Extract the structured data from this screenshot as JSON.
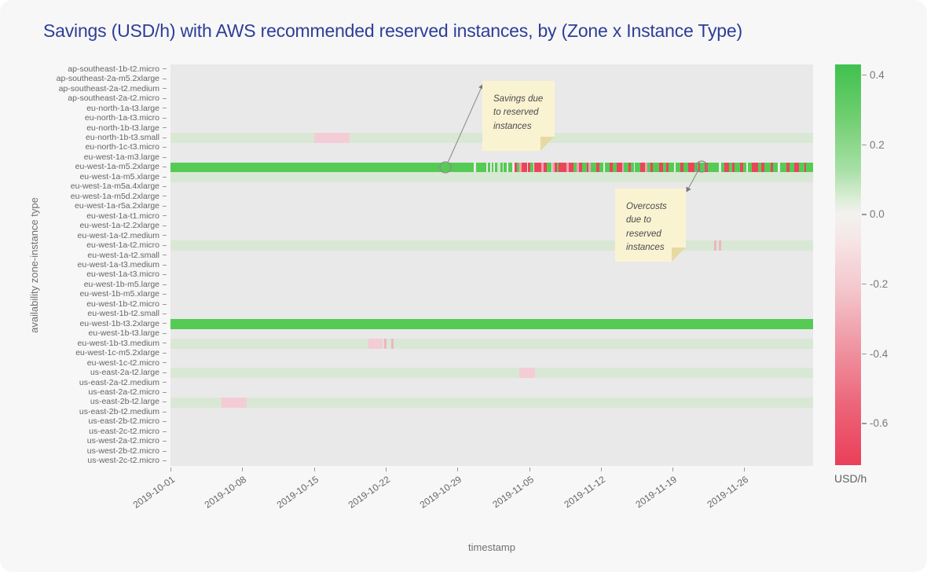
{
  "chart_data": {
    "type": "heatmap",
    "title": "Savings (USD/h) with AWS recommended reserved instances, by (Zone x Instance Type)",
    "xlabel": "timestamp",
    "ylabel": "availability zone-instance type",
    "x_ticks": [
      "2019-10-01",
      "2019-10-08",
      "2019-10-15",
      "2019-10-22",
      "2019-10-29",
      "2019-11-05",
      "2019-11-12",
      "2019-11-19",
      "2019-11-26"
    ],
    "x_range": [
      "2019-10-01",
      "2019-12-02"
    ],
    "grid": false,
    "colorbar": {
      "label": "USD/h",
      "ticks": [
        "0.4",
        "0.2",
        "0.0",
        "-0.2",
        "-0.4",
        "-0.6"
      ],
      "tick_values": [
        0.4,
        0.2,
        0.0,
        -0.2,
        -0.4,
        -0.6
      ],
      "vmax": 0.43,
      "vmin": -0.72,
      "positive_color": "#3fc14e",
      "zero_color": "#f2f2ef",
      "negative_color": "#ea3f58"
    },
    "value_legend": {
      "bright_green_usd_h": 0.42,
      "light_green_usd_h": 0.05,
      "pink_usd_h": -0.12,
      "red_usd_h": -0.6,
      "gray": "no data / 0"
    },
    "stripe_colors": {
      "g": "#55cb55",
      "r": "#e9465a",
      "p": "#f0a0b0",
      "lg": "#cde5c8",
      "w": "#e9ebe8"
    },
    "stripe_pattern": [
      [
        "w",
        2
      ],
      [
        "g",
        9
      ],
      [
        "w",
        2
      ],
      [
        "g",
        2
      ],
      [
        "w",
        1
      ],
      [
        "g",
        2
      ],
      [
        "w",
        1
      ],
      [
        "g",
        2
      ],
      [
        "lg",
        3
      ],
      [
        "g",
        2
      ],
      [
        "w",
        1
      ],
      [
        "g",
        3
      ],
      [
        "w",
        1
      ],
      [
        "g",
        4
      ],
      [
        "w",
        2
      ],
      [
        "r",
        2
      ],
      [
        "g",
        2
      ],
      [
        "p",
        2
      ],
      [
        "r",
        5
      ],
      [
        "w",
        1
      ],
      [
        "r",
        2
      ],
      [
        "g",
        3
      ],
      [
        "w",
        1
      ],
      [
        "r",
        6
      ],
      [
        "p",
        2
      ],
      [
        "r",
        3
      ],
      [
        "g",
        4
      ],
      [
        "w",
        1
      ],
      [
        "p",
        2
      ],
      [
        "r",
        2
      ],
      [
        "g",
        2
      ],
      [
        "r",
        7
      ],
      [
        "p",
        2
      ],
      [
        "r",
        4
      ],
      [
        "g",
        3
      ],
      [
        "p",
        2
      ],
      [
        "r",
        3
      ],
      [
        "g",
        4
      ],
      [
        "r",
        2
      ],
      [
        "p",
        2
      ],
      [
        "g",
        5
      ],
      [
        "r",
        3
      ],
      [
        "g",
        3
      ],
      [
        "w",
        2
      ],
      [
        "g",
        4
      ],
      [
        "r",
        3
      ],
      [
        "g",
        3
      ],
      [
        "r",
        5
      ],
      [
        "p",
        2
      ],
      [
        "g",
        4
      ],
      [
        "r",
        2
      ],
      [
        "g",
        3
      ],
      [
        "w",
        1
      ],
      [
        "g",
        5
      ],
      [
        "r",
        4
      ],
      [
        "p",
        2
      ],
      [
        "g",
        3
      ],
      [
        "r",
        2
      ],
      [
        "g",
        6
      ],
      [
        "r",
        3
      ],
      [
        "g",
        3
      ],
      [
        "r",
        2
      ],
      [
        "g",
        5
      ],
      [
        "w",
        2
      ],
      [
        "g",
        4
      ],
      [
        "r",
        3
      ],
      [
        "g",
        4
      ],
      [
        "r",
        6
      ],
      [
        "g",
        3
      ],
      [
        "r",
        2
      ],
      [
        "g",
        4
      ],
      [
        "r",
        3
      ],
      [
        "g",
        10
      ],
      [
        "w",
        2
      ],
      [
        "g",
        3
      ],
      [
        "r",
        4
      ],
      [
        "g",
        3
      ],
      [
        "r",
        2
      ],
      [
        "g",
        5
      ],
      [
        "r",
        3
      ],
      [
        "g",
        3
      ],
      [
        "w",
        1
      ],
      [
        "g",
        4
      ],
      [
        "r",
        5
      ],
      [
        "g",
        3
      ],
      [
        "r",
        3
      ],
      [
        "g",
        6
      ],
      [
        "r",
        2
      ],
      [
        "g",
        4
      ],
      [
        "w",
        2
      ],
      [
        "g",
        6
      ],
      [
        "r",
        3
      ],
      [
        "g",
        4
      ],
      [
        "r",
        4
      ],
      [
        "g",
        5
      ],
      [
        "r",
        2
      ],
      [
        "g",
        6
      ]
    ],
    "rows": [
      {
        "label": "ap-southeast-1b-t2.micro",
        "base": "gray"
      },
      {
        "label": "ap-southeast-2a-m5.2xlarge",
        "base": "gray"
      },
      {
        "label": "ap-southeast-2a-t2.medium",
        "base": "gray"
      },
      {
        "label": "ap-southeast-2a-t2.micro",
        "base": "gray"
      },
      {
        "label": "eu-north-1a-t3.large",
        "base": "gray"
      },
      {
        "label": "eu-north-1a-t3.micro",
        "base": "gray"
      },
      {
        "label": "eu-north-1b-t3.large",
        "base": "gray"
      },
      {
        "label": "eu-north-1b-t3.small",
        "base": "light",
        "segments": [
          {
            "color": "#f3ccd6",
            "start": 22.4,
            "end": 27.9
          }
        ]
      },
      {
        "label": "eu-north-1c-t3.micro",
        "base": "gray"
      },
      {
        "label": "eu-west-1a-m3.large",
        "base": "gray"
      },
      {
        "label": "eu-west-1a-m5.2xlarge",
        "base": "stripes",
        "solid_until": 47.2
      },
      {
        "label": "eu-west-1a-m5.xlarge",
        "base": "light"
      },
      {
        "label": "eu-west-1a-m5a.4xlarge",
        "base": "gray"
      },
      {
        "label": "eu-west-1a-m5d.2xlarge",
        "base": "gray"
      },
      {
        "label": "eu-west-1a-r5a.2xlarge",
        "base": "gray"
      },
      {
        "label": "eu-west-1a-t1.micro",
        "base": "gray"
      },
      {
        "label": "eu-west-1a-t2.2xlarge",
        "base": "gray"
      },
      {
        "label": "eu-west-1a-t2.medium",
        "base": "gray"
      },
      {
        "label": "eu-west-1a-t2.micro",
        "base": "light",
        "segments": [
          {
            "color": "#f0b4c2",
            "start": 84.6,
            "end": 85.0
          },
          {
            "color": "#f0b4c2",
            "start": 85.3,
            "end": 85.7
          }
        ]
      },
      {
        "label": "eu-west-1a-t2.small",
        "base": "gray"
      },
      {
        "label": "eu-west-1a-t3.medium",
        "base": "gray"
      },
      {
        "label": "eu-west-1a-t3.micro",
        "base": "gray"
      },
      {
        "label": "eu-west-1b-m5.large",
        "base": "gray"
      },
      {
        "label": "eu-west-1b-m5.xlarge",
        "base": "gray"
      },
      {
        "label": "eu-west-1b-t2.micro",
        "base": "gray"
      },
      {
        "label": "eu-west-1b-t2.small",
        "base": "gray"
      },
      {
        "label": "eu-west-1b-t3.2xlarge",
        "base": "bright"
      },
      {
        "label": "eu-west-1b-t3.large",
        "base": "gray"
      },
      {
        "label": "eu-west-1b-t3.medium",
        "base": "light",
        "segments": [
          {
            "color": "#f3ccd6",
            "start": 30.8,
            "end": 33.0
          },
          {
            "color": "#f0b4c2",
            "start": 33.3,
            "end": 33.6
          },
          {
            "color": "#f0b4c2",
            "start": 34.4,
            "end": 34.7
          }
        ]
      },
      {
        "label": "eu-west-1c-m5.2xlarge",
        "base": "gray"
      },
      {
        "label": "eu-west-1c-t2.micro",
        "base": "gray"
      },
      {
        "label": "us-east-2a-t2.large",
        "base": "light",
        "segments": [
          {
            "color": "#f3ccd6",
            "start": 54.3,
            "end": 56.7
          }
        ]
      },
      {
        "label": "us-east-2a-t2.medium",
        "base": "gray"
      },
      {
        "label": "us-east-2a-t2.micro",
        "base": "gray"
      },
      {
        "label": "us-east-2b-t2.large",
        "base": "light",
        "segments": [
          {
            "color": "#f3ccd6",
            "start": 7.9,
            "end": 11.9
          }
        ]
      },
      {
        "label": "us-east-2b-t2.medium",
        "base": "gray"
      },
      {
        "label": "us-east-2b-t2.micro",
        "base": "gray"
      },
      {
        "label": "us-east-2c-t2.micro",
        "base": "gray"
      },
      {
        "label": "us-west-2a-t2.micro",
        "base": "gray"
      },
      {
        "label": "us-west-2b-t2.micro",
        "base": "gray"
      },
      {
        "label": "us-west-2c-t2.micro",
        "base": "gray"
      }
    ],
    "annotations": [
      {
        "text": "Savings due to reserved instances",
        "row": "eu-west-1a-m5.2xlarge",
        "x_date": "2019-10-28"
      },
      {
        "text": "Overcosts due to reserved instances",
        "row": "eu-west-1a-m5.2xlarge",
        "x_date": "2019-11-22"
      }
    ]
  }
}
